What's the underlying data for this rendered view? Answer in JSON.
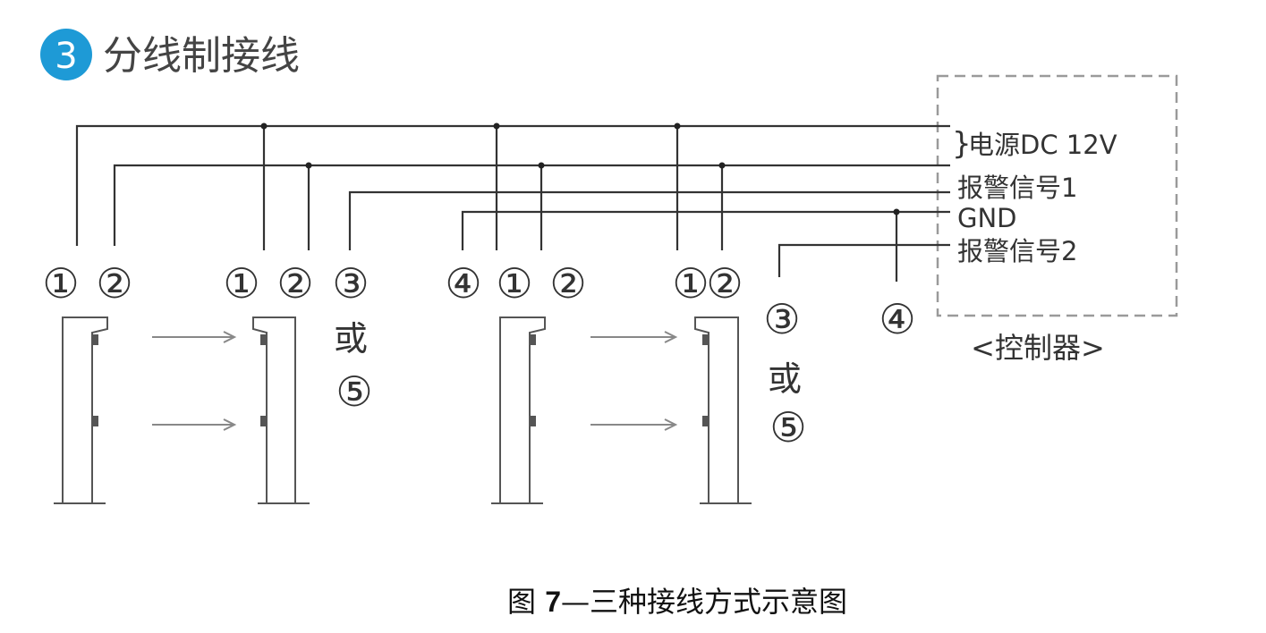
{
  "heading": {
    "number": "3",
    "title": "分线制接线",
    "badge_color": "#1e9ad6"
  },
  "controller": {
    "label": "<控制器>",
    "terminals": {
      "power": "电源DC 12V",
      "alarm1": "报警信号1",
      "gnd": "GND",
      "alarm2": "报警信号2"
    }
  },
  "glyphs": {
    "c1": "①",
    "c2": "②",
    "c3": "③",
    "c4": "④",
    "c5": "⑤",
    "or": "或",
    "brace": "}"
  },
  "caption": {
    "prefix": "图 ",
    "number": "7",
    "text": "—三种接线方式示意图"
  }
}
